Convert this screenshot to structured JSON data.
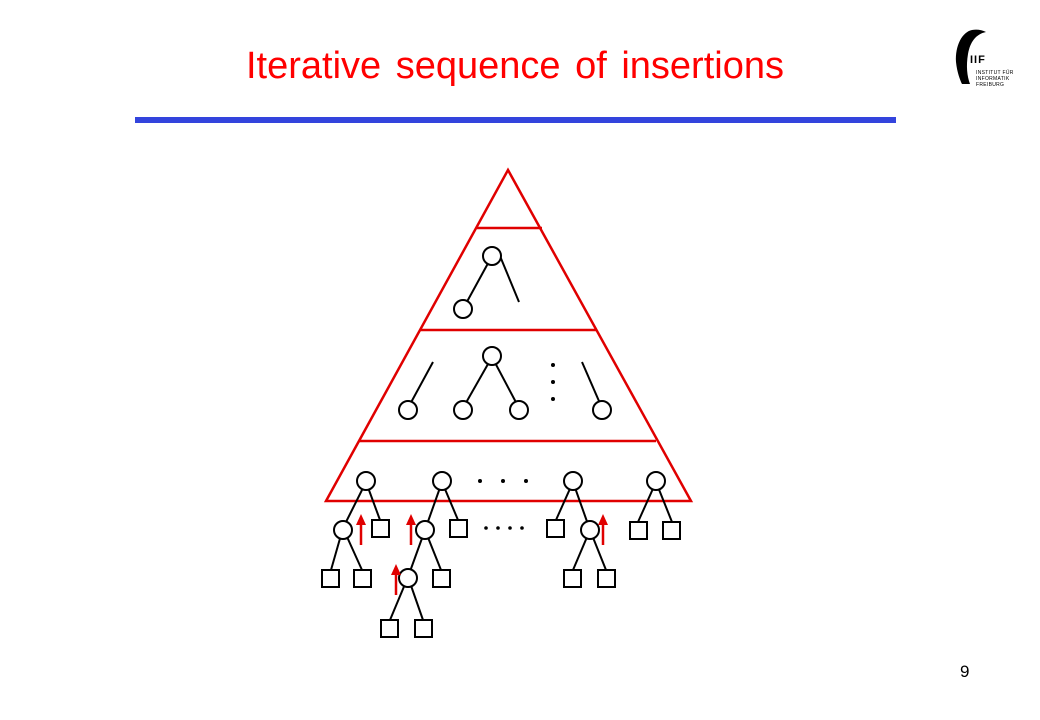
{
  "slide": {
    "title": "Iterative sequence of insertions",
    "page_number": "9"
  },
  "logo": {
    "mark": "IIF",
    "lines": [
      "INSTITUT FÜR",
      "INFORMATIK",
      "FREIBURG"
    ]
  },
  "colors": {
    "title": "#ff0000",
    "rule": "#3344dd",
    "triangle": "#e00000",
    "arrows": "#e00000",
    "tree": "#000000"
  }
}
